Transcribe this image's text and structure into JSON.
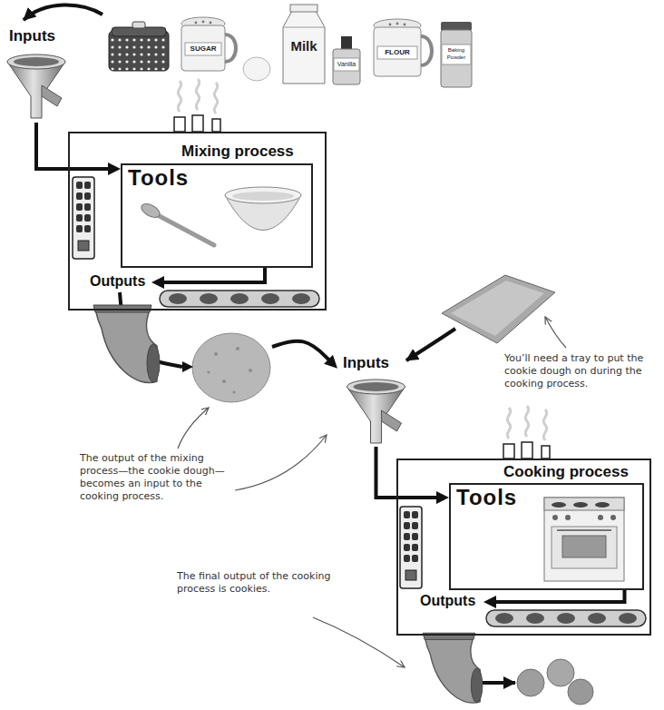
{
  "diagram": {
    "nodes": [
      {
        "text": [
          "Inputs"
        ]
      },
      {
        "text": [
          "Mixing process"
        ]
      },
      {
        "text": [
          "Tools"
        ],
        "in": 1
      },
      {
        "text": [
          "Outputs"
        ],
        "in": 1
      },
      {
        "text": [
          "Inputs"
        ]
      },
      {
        "text": [
          "Cooking process"
        ]
      },
      {
        "text": [
          "Tools"
        ],
        "in": 5
      },
      {
        "text": [
          "Outputs"
        ],
        "in": 5
      }
    ],
    "edges": [
      {
        "from": 0,
        "to": 2,
        "arrow": "to"
      },
      {
        "from": 2,
        "to": 3,
        "arrow": "to"
      },
      {
        "from": 3,
        "to": 4,
        "arrow": "to"
      },
      {
        "from": 4,
        "to": 6,
        "arrow": "to"
      },
      {
        "from": 6,
        "to": 7,
        "arrow": "to"
      }
    ],
    "labels": [
      "SUGAR",
      "Milk",
      "Vanilla",
      "FLOUR",
      "Baking Powder",
      "You’ll need a tray to put the cookie dough on during the cooking process.",
      "The output of the mixing process—the cookie dough—becomes an input to the cooking process.",
      "The final output of the cooking process is cookies."
    ]
  }
}
